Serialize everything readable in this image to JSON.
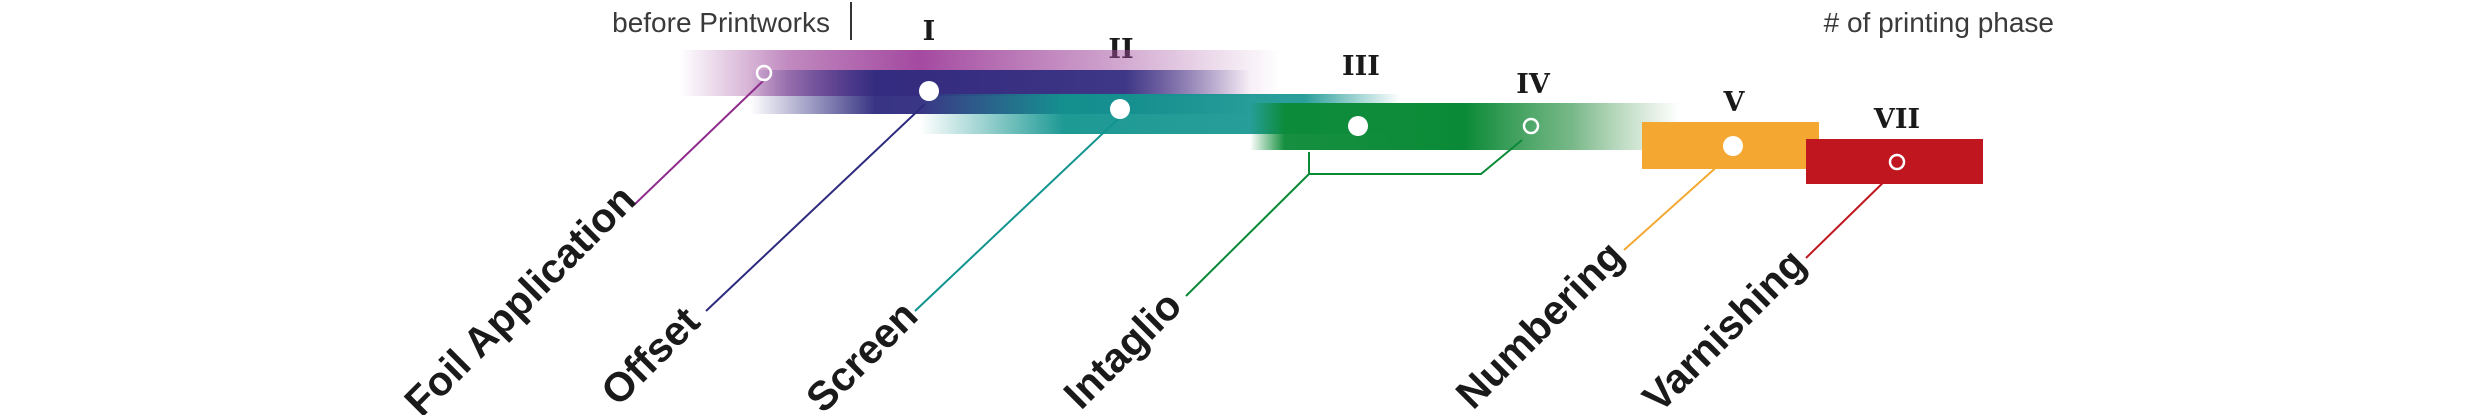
{
  "header": {
    "before_label": "before Printworks",
    "phase_label": "# of printing phase"
  },
  "phases": [
    {
      "roman": "I"
    },
    {
      "roman": "II"
    },
    {
      "roman": "III"
    },
    {
      "roman": "IV"
    },
    {
      "roman": "V"
    },
    {
      "roman": "VII"
    }
  ],
  "processes": [
    {
      "label": "Foil Application",
      "color": "#8e2a8c"
    },
    {
      "label": "Offset",
      "color": "#2e2a7e"
    },
    {
      "label": "Screen",
      "color": "#12948f"
    },
    {
      "label": "Intaglio",
      "color": "#0a8a36"
    },
    {
      "label": "Numbering",
      "color": "#f4a832"
    },
    {
      "label": "Varnishing",
      "color": "#c0161f"
    }
  ]
}
